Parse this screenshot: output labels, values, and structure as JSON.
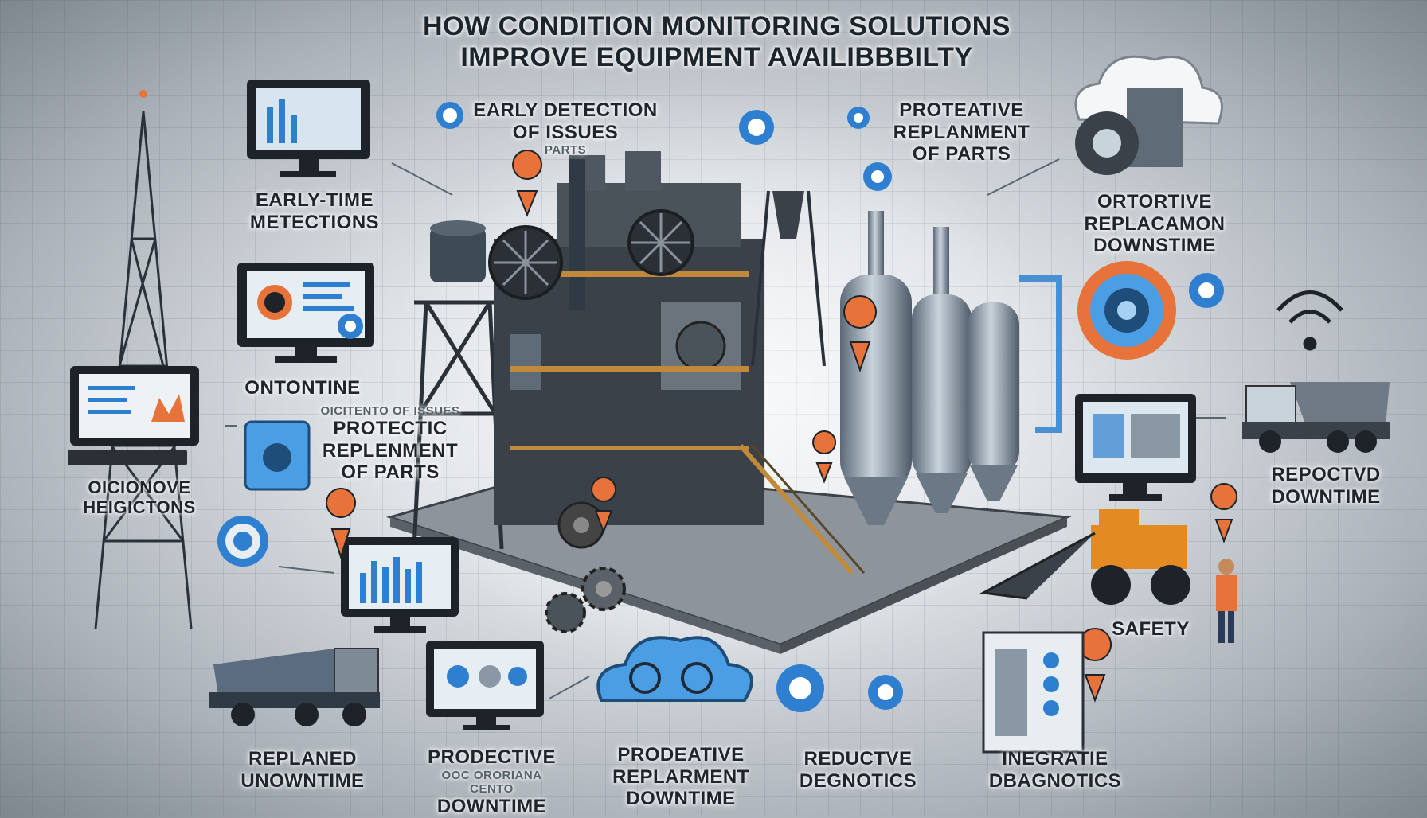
{
  "title": {
    "line1": "HOW CONDITION MONITORING SOLUTIONS",
    "line2": "IMPROVE EQUIPMENT AVAILIBBBILTY"
  },
  "labels": {
    "early_detection": [
      "EARLY DETECTION",
      "OF ISSUES"
    ],
    "early_detection_sub": "PARTS",
    "protective_top": [
      "PROTEATIVE",
      "REPLANMENT",
      "OF PARTS"
    ],
    "early_time": [
      "EARLY-TIME",
      "METECTIONS"
    ],
    "ortortive": [
      "ORTORTIVE",
      "REPLACAMON",
      "DOWNSTIME"
    ],
    "ontontine": "ONTONTINE",
    "protective_mid_sub": "OICITENTO OF ISSUES",
    "protective_mid": [
      "PROTECTIC",
      "REPLENMENT",
      "OF PARTS"
    ],
    "ocionive": [
      "OICIONOVE",
      "HEIGICTONS"
    ],
    "repoctvd": [
      "REPOCTVD",
      "DOWNTIME"
    ],
    "safety": "SAFETY",
    "replaned": [
      "REPLANED",
      "UNOWNTIME"
    ],
    "prodective_1": [
      "PRODECTIVE",
      "DOWNTIME"
    ],
    "prodective_1_sub": "OOC ORORIANA CENTO",
    "prodective_2": [
      "PRODEATIVE",
      "REPLARMENT",
      "DOWNTIME"
    ],
    "reductve": [
      "REDUCTVE",
      "DEGNOTICS"
    ],
    "inegratie": [
      "INEGRATIE",
      "DBAGNOTICS"
    ]
  },
  "icons": [
    "location-pin-icon",
    "target-icon",
    "monitor-icon",
    "cloud-icon",
    "truck-icon",
    "loader-icon",
    "worker-icon",
    "wifi-icon",
    "gear-icon",
    "tower-icon"
  ],
  "colors": {
    "accent_blue": "#2f7fd0",
    "pin_orange": "#e8733a",
    "machine_dark": "#3a4148",
    "silo_steel": "#8a98a6"
  }
}
